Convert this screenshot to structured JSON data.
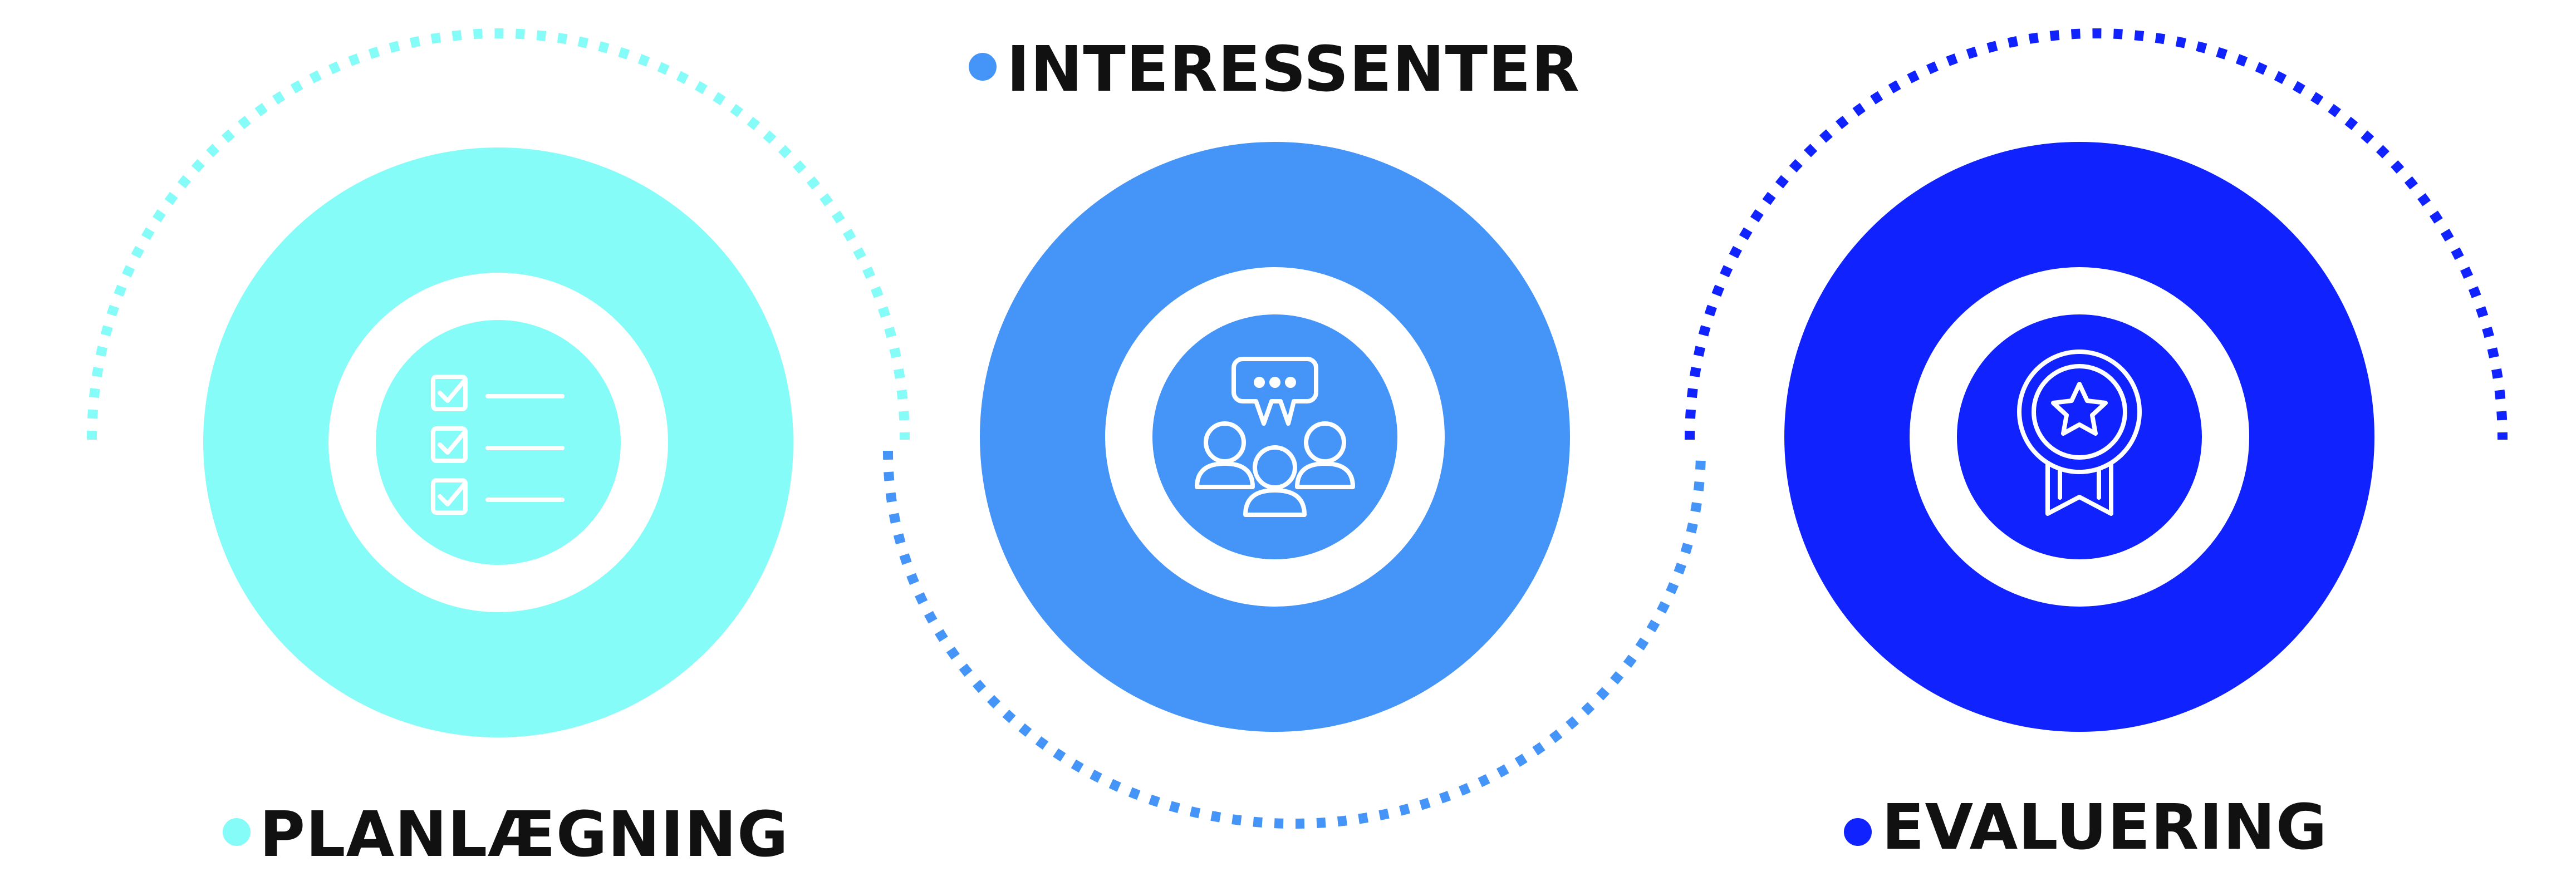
{
  "stages": [
    {
      "id": "planning",
      "label": "PLANLÆGNING",
      "color": "#86FCF8",
      "icon": "checklist-icon"
    },
    {
      "id": "stakeholders",
      "label": "INTERESSENTER",
      "color": "#4594F8",
      "icon": "team-discussion-icon"
    },
    {
      "id": "evaluation",
      "label": "EVALUERING",
      "color": "#1022FE",
      "icon": "award-medal-icon"
    }
  ],
  "text_color": "#111111",
  "background": "#FFFFFF"
}
